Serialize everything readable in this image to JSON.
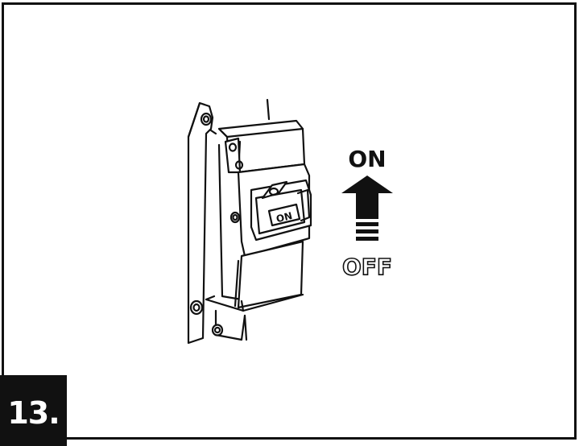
{
  "step": {
    "number": "13."
  },
  "switch": {
    "lever_label": "ON"
  },
  "direction": {
    "top_label": "ON",
    "bottom_label": "OFF",
    "arrow": "up-arrow-icon"
  },
  "colors": {
    "ink": "#111111",
    "paper": "#ffffff"
  }
}
